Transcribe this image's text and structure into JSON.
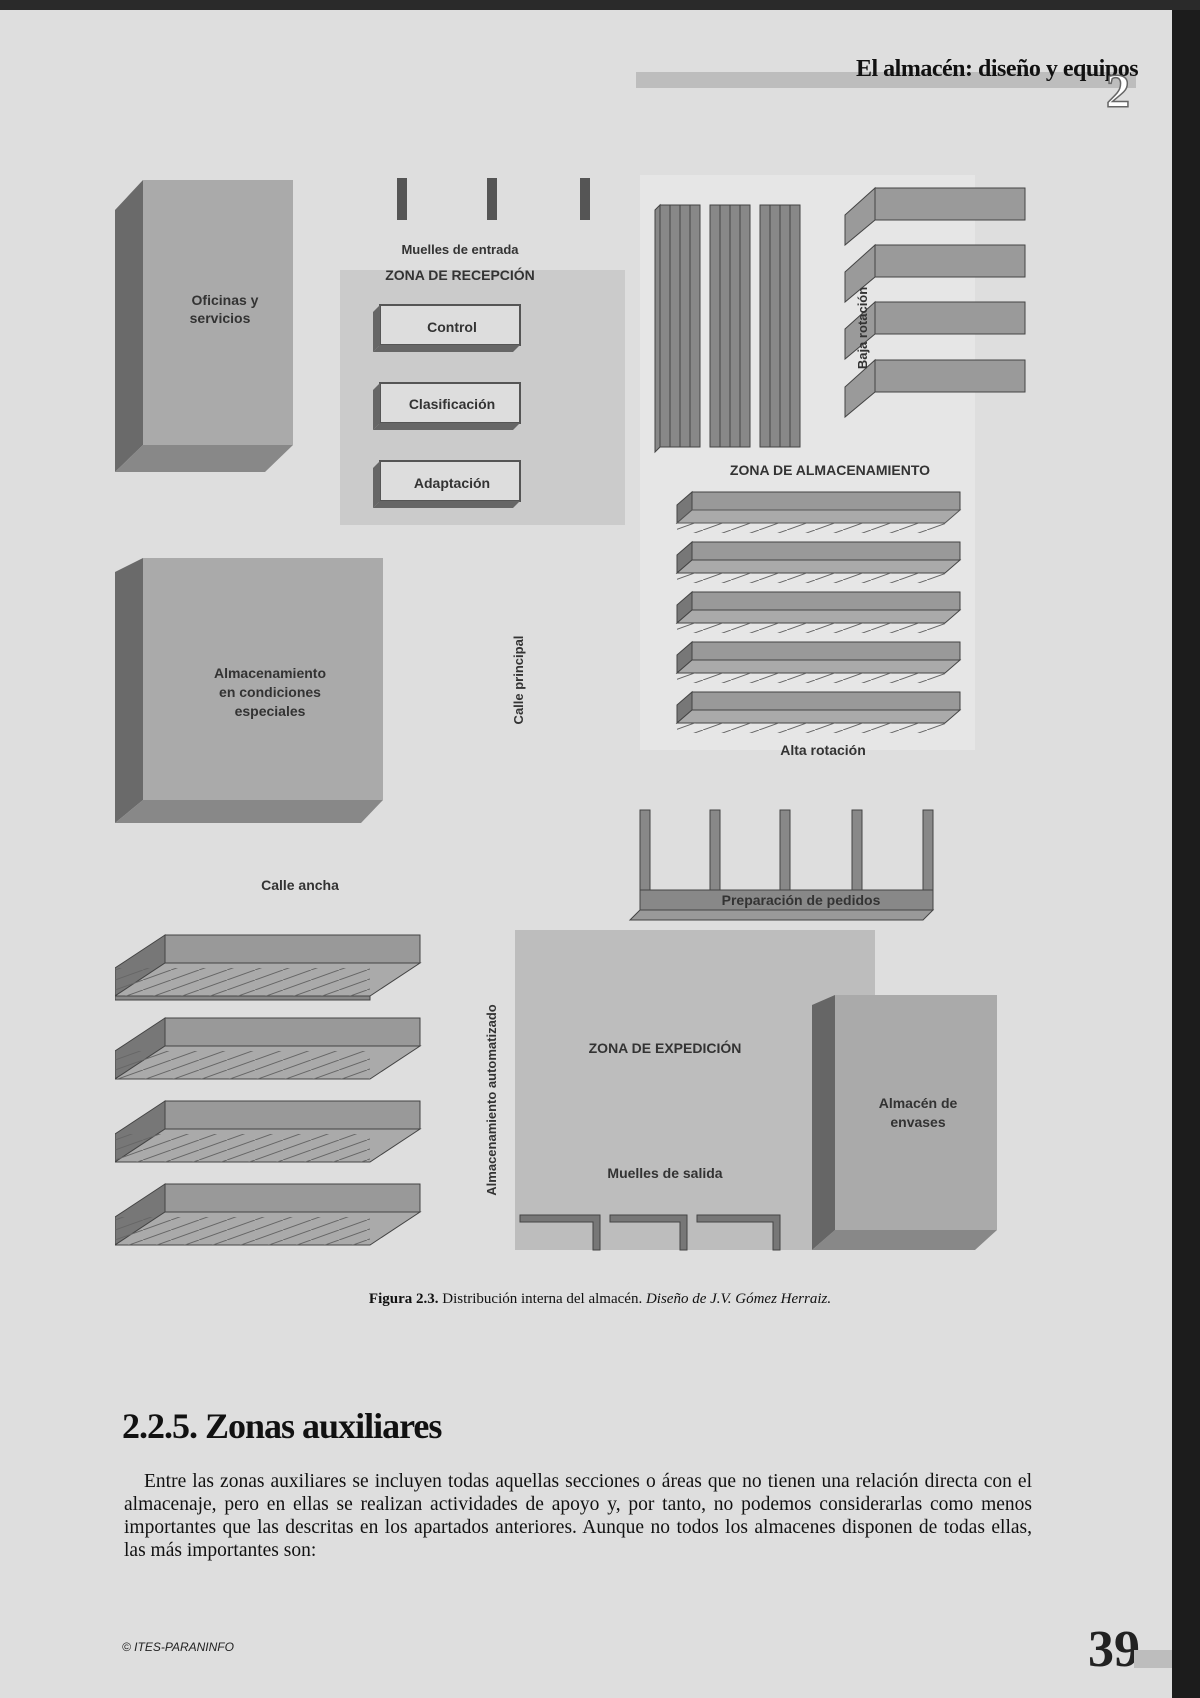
{
  "header": {
    "title": "El almacén: diseño y equipos",
    "chapter": "2"
  },
  "figure": {
    "labels": {
      "offices": [
        "Oficinas y",
        "servicios"
      ],
      "docks_in": "Muelles de entrada",
      "reception_zone": "ZONA DE RECEPCIÓN",
      "control": "Control",
      "classification": "Clasificación",
      "adaptation": "Adaptación",
      "low_rotation": "Baja rotación",
      "storage_zone": "ZONA DE ALMACENAMIENTO",
      "special_storage": [
        "Almacenamiento",
        "en condiciones",
        "especiales"
      ],
      "main_street": "Calle principal",
      "high_rotation": "Alta rotación",
      "wide_street": "Calle ancha",
      "order_picking": "Preparación de pedidos",
      "automated_storage": "Almacenamiento automatizado",
      "shipping_zone": "ZONA DE EXPEDICIÓN",
      "container_store": [
        "Almacén de",
        "envases"
      ],
      "docks_out": "Muelles de salida"
    },
    "caption_label": "Figura 2.3.",
    "caption_text": " Distribución interna del almacén. ",
    "caption_credit": "Diseño de J.V. Gómez Herraiz."
  },
  "section": {
    "title": "2.2.5. Zonas auxiliares",
    "paragraph": "Entre las zonas auxiliares se incluyen todas aquellas secciones o áreas que no tienen una relación directa con el almacenaje, pero en ellas se realizan actividades de apoyo y, por tanto, no podemos considerarlas como menos importantes que las descritas en los apartados anteriores. Aunque no todos los almacenes disponen de todas ellas, las más importantes son:"
  },
  "footer": {
    "publisher": "© ITES-PARANINFO",
    "page": "39"
  }
}
